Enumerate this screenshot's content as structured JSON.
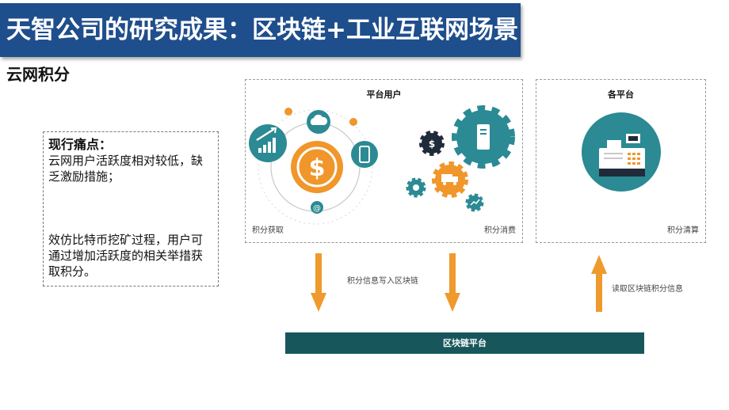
{
  "header": {
    "title": "天智公司的研究成果：区块链+工业互联网场景"
  },
  "section": {
    "title": "云网积分"
  },
  "pain_points": {
    "heading": "现行痛点：",
    "line1": "云网用户活跃度相对较低，缺乏激励措施；",
    "line2": "效仿比特币挖矿过程，用户可通过增加活跃度的相关举措获取积分。"
  },
  "user_panel": {
    "title": "平台用户",
    "left_label": "积分获取",
    "right_label": "积分消费"
  },
  "platform_panel": {
    "title": "各平台",
    "label": "积分清算"
  },
  "arrows": {
    "write_label": "积分信息写入区块链",
    "read_label": "读取区块链积分信息"
  },
  "chain": {
    "label": "区块链平台"
  },
  "icons": [
    "chart-icon",
    "cloud-icon",
    "dollar-coin-icon",
    "mobile-icon",
    "at-icon",
    "gear-icon",
    "server-icon",
    "truck-icon",
    "cash-register-icon"
  ],
  "colors": {
    "title_bg": "#1f4e8c",
    "teal": "#2b8a93",
    "orange": "#f0962a",
    "dark": "#1f2b3a",
    "chain_bar": "#17575c",
    "arrow": "#ef9a2c"
  }
}
